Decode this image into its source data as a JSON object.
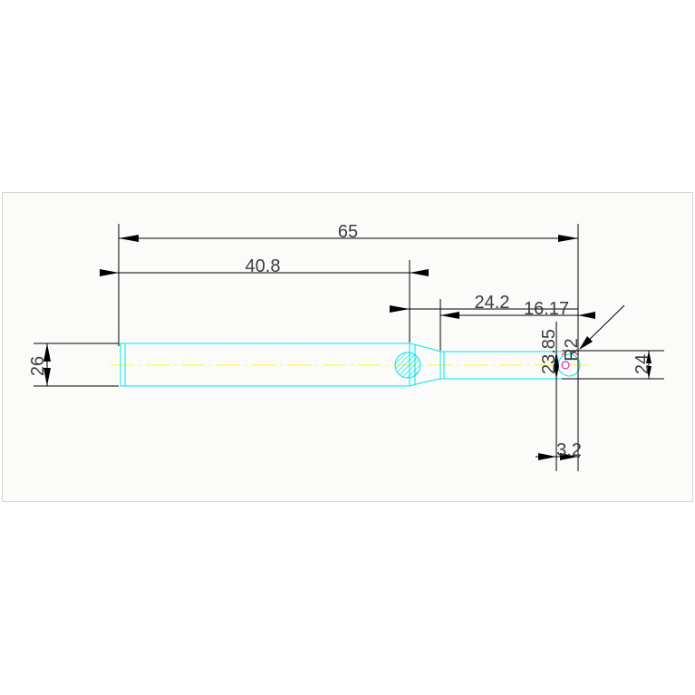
{
  "labels": {
    "overall": "65",
    "shank": "40.8",
    "neck": "24.2",
    "offset": "16.17",
    "vertical_ref": "23.85",
    "radius": "R2",
    "left_diameter": "26",
    "right_diameter": "24",
    "end_width": "3.2"
  },
  "colors": {
    "part_outline": "#00e5ee",
    "center_line": "#ffff00",
    "dimension": "#000000",
    "arc_mark": "#ff0000",
    "frame": "#d3d7cf"
  }
}
